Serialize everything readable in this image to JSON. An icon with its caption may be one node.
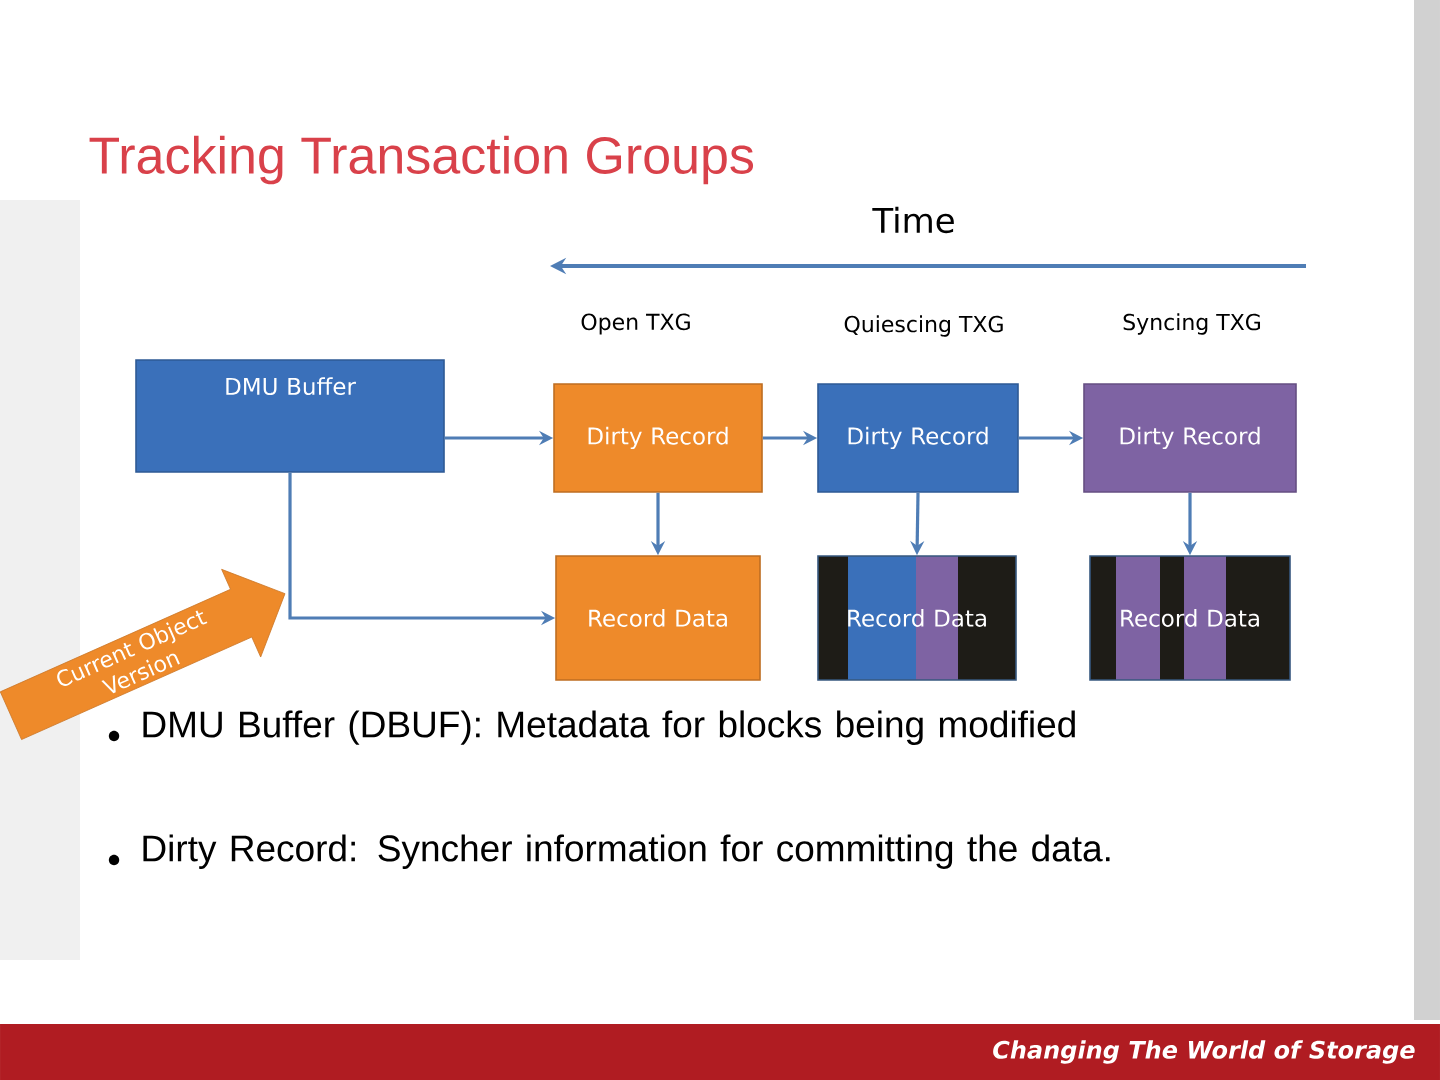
{
  "diagram": {
    "title": "Tracking Transaction Groups",
    "nodes": [
      {
        "text": [
          "DMU Buffer"
        ]
      },
      {
        "text": [
          "Dirty Record"
        ]
      },
      {
        "text": [
          "Dirty Record"
        ]
      },
      {
        "text": [
          "Dirty Record"
        ]
      },
      {
        "text": [
          "Record Data"
        ]
      },
      {
        "text": [
          "Record Data"
        ]
      },
      {
        "text": [
          "Record Data"
        ]
      },
      {
        "text": [
          "Current Object Version"
        ]
      }
    ],
    "edges": [
      {
        "from": 0,
        "to": 1,
        "arrow": "to"
      },
      {
        "from": 1,
        "to": 2,
        "arrow": "to"
      },
      {
        "from": 2,
        "to": 3,
        "arrow": "to"
      },
      {
        "from": 1,
        "to": 4,
        "arrow": "to"
      },
      {
        "from": 2,
        "to": 5,
        "arrow": "to"
      },
      {
        "from": 3,
        "to": 6,
        "arrow": "to"
      },
      {
        "from": 0,
        "to": 4,
        "arrow": "to"
      }
    ],
    "labels": [
      "Time",
      "Open TXG",
      "Quiescing TXG",
      "Syncing TXG",
      "DMU Buffer (DBUF): Metadata for blocks being modified",
      "Dirty Record: Syncher information for committing the data.",
      "Changing The World of Storage"
    ]
  }
}
